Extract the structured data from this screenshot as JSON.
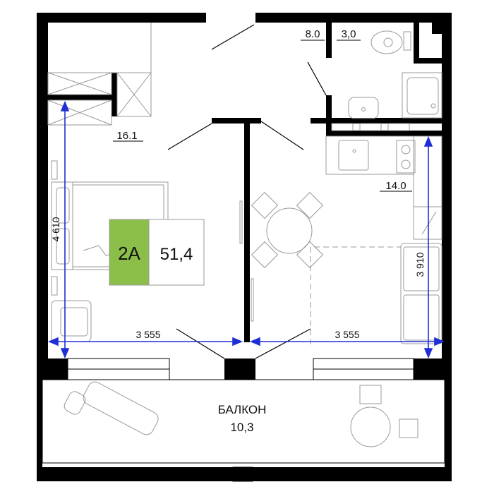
{
  "apartment": {
    "type_label": "2А",
    "total_area": "51,4",
    "badge_color": "#8cbf4a"
  },
  "rooms": {
    "bedroom_area": "16.1",
    "kitchen_living_area": "14.0",
    "bathroom_area": "8.0",
    "toilet_area": "3,0",
    "balcony_name": "БАЛКОН",
    "balcony_area": "10,3"
  },
  "dimensions": {
    "bedroom_width": "3 555",
    "living_width": "3 555",
    "bedroom_depth": "4 610",
    "living_depth": "3 910",
    "line_color": "#1f2fd6"
  },
  "colors": {
    "wall": "#000000",
    "furniture": "#999999"
  }
}
